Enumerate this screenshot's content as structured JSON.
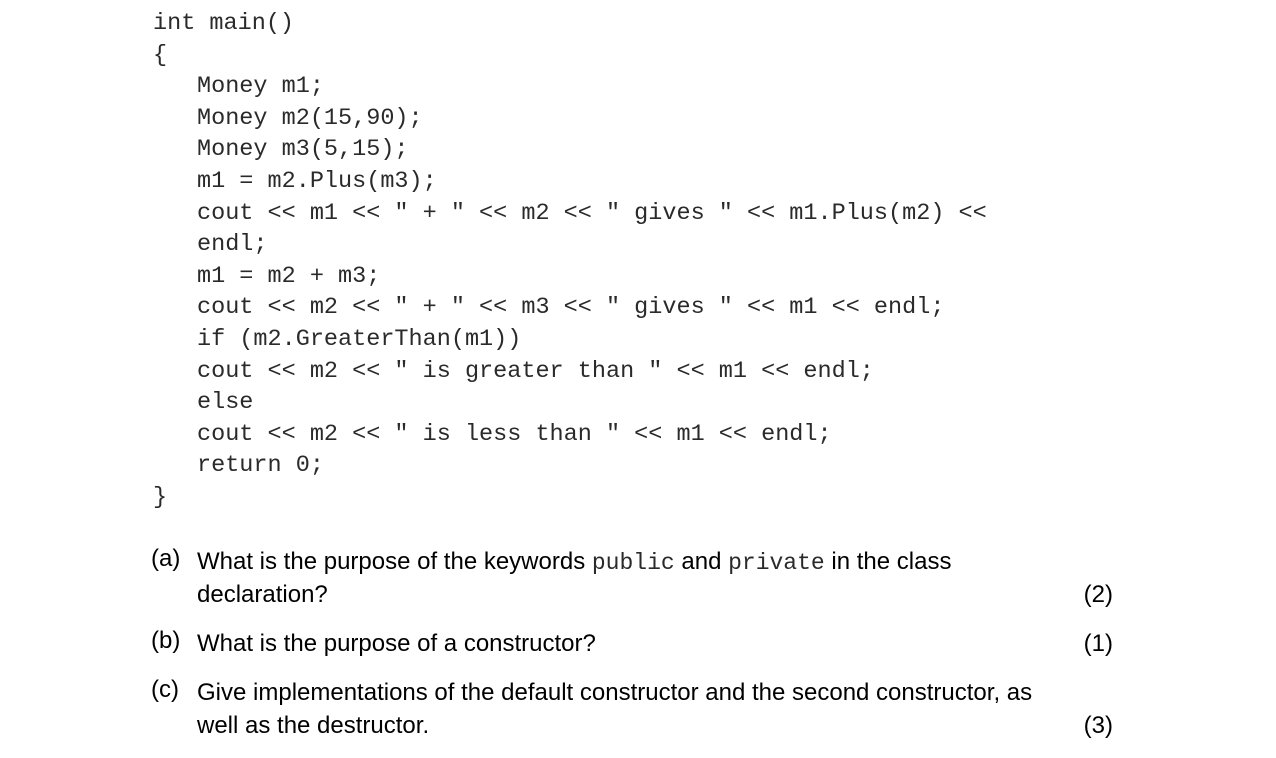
{
  "code": {
    "lines": [
      "int main()",
      "{",
      "Money m1;",
      "Money m2(15,90);",
      "Money m3(5,15);",
      "m1 = m2.Plus(m3);",
      "cout << m1 << \" + \" << m2 << \" gives \" << m1.Plus(m2) <<",
      "endl;",
      "m1 = m2 + m3;",
      "cout << m2 << \" + \" << m3 << \" gives \" << m1 << endl;",
      "if (m2.GreaterThan(m1))",
      "cout << m2 << \" is greater than \" << m1 << endl;",
      "else",
      "cout << m2 << \" is less than \" << m1 << endl;",
      "return 0;",
      "}"
    ]
  },
  "questions": [
    {
      "label": "(a)",
      "text_part1": "What is the purpose of the keywords ",
      "keyword1": "public",
      "text_part2": " and ",
      "keyword2": "private",
      "text_part3": " in the class",
      "line2": "declaration?",
      "marks": "(2)"
    },
    {
      "label": "(b)",
      "line1": "What is the purpose of a constructor?",
      "marks": "(1)"
    },
    {
      "label": "(c)",
      "line1": "Give implementations of the default constructor and the second constructor, as",
      "line2": "well as the destructor.",
      "marks": "(3)"
    }
  ]
}
